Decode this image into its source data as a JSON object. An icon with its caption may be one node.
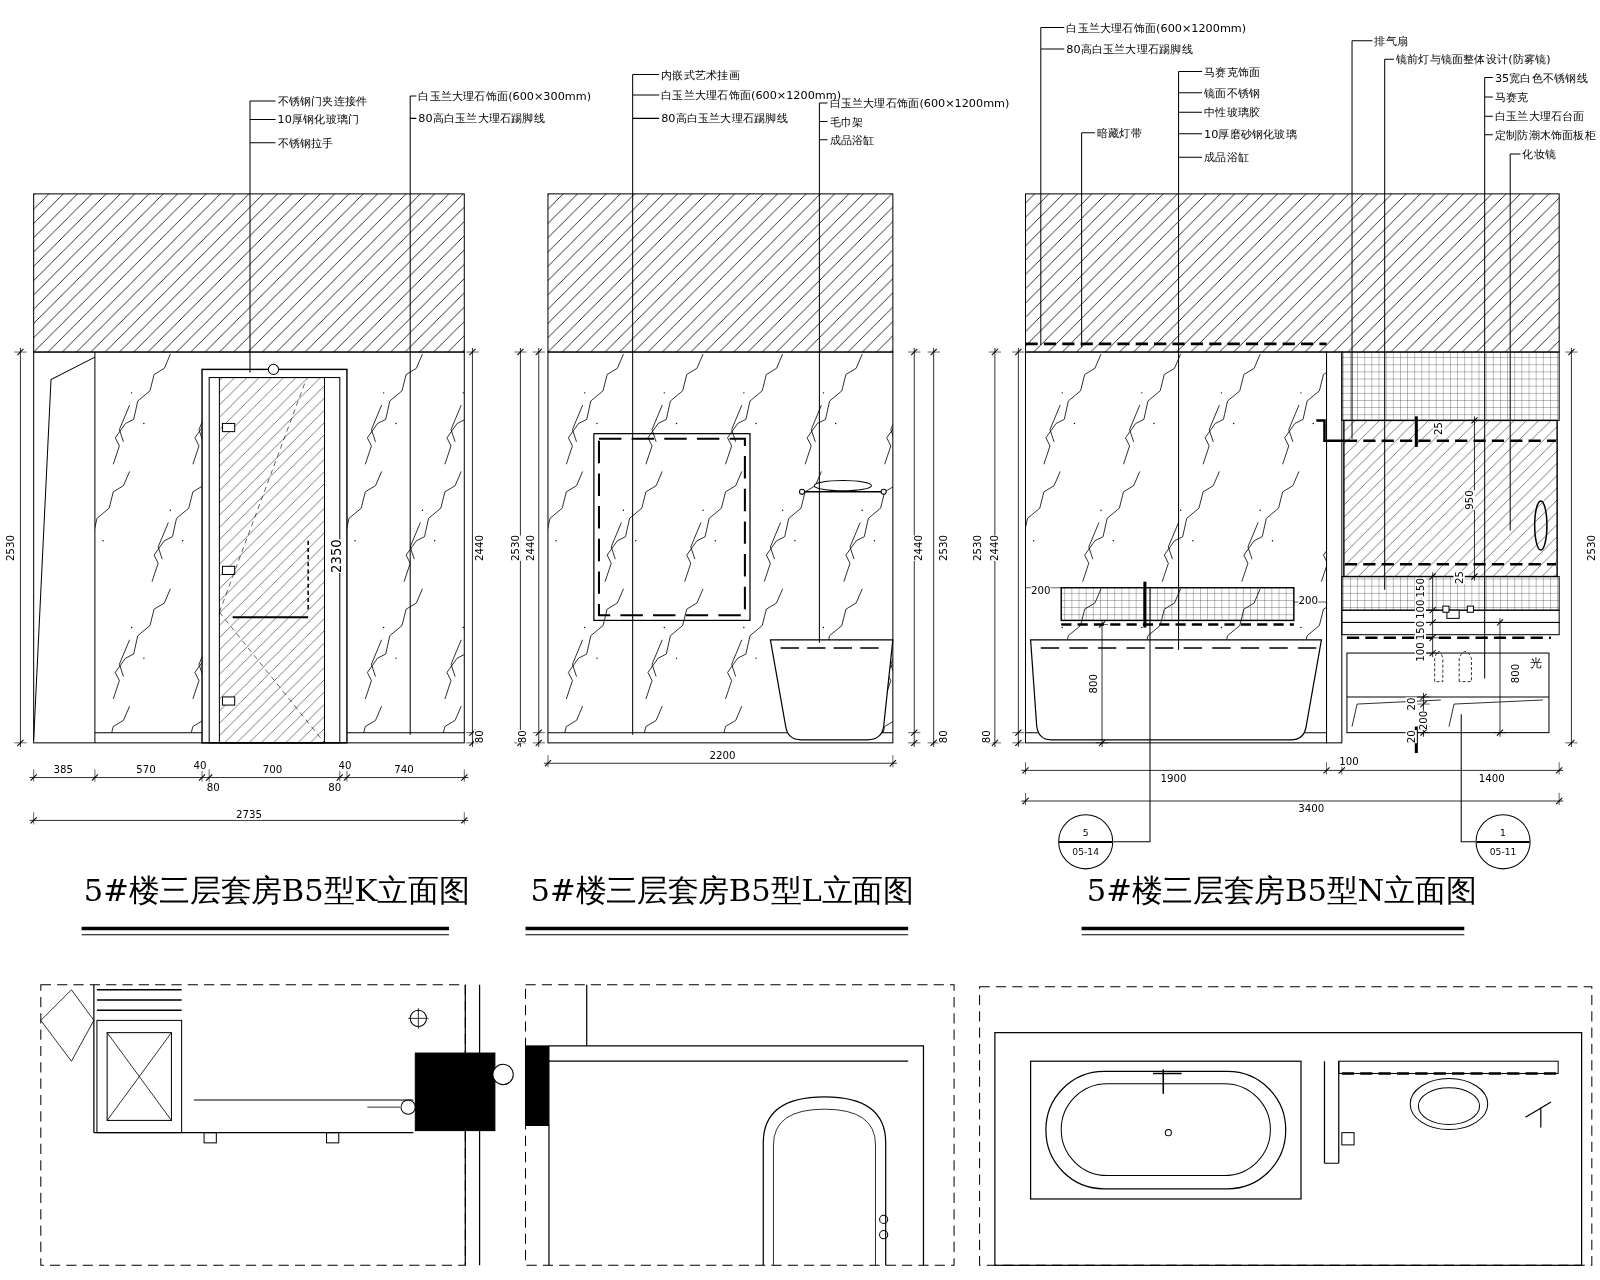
{
  "diagram": {
    "nodes": [
      {
        "text": [
          "不锈钢门夹连接件"
        ]
      },
      {
        "text": [
          "10厚钢化玻璃门"
        ]
      },
      {
        "text": [
          "不锈钢拉手"
        ]
      },
      {
        "text": [
          "白玉兰大理石饰面(600×300mm)"
        ]
      },
      {
        "text": [
          "80高白玉兰大理石踢脚线"
        ]
      },
      {
        "text": [
          "内嵌式艺术挂画"
        ]
      },
      {
        "text": [
          "白玉兰大理石饰面(600×1200mm)"
        ]
      },
      {
        "text": [
          "80高白玉兰大理石踢脚线"
        ]
      },
      {
        "text": [
          "白玉兰大理石饰面(600×1200mm)"
        ]
      },
      {
        "text": [
          "毛巾架"
        ]
      },
      {
        "text": [
          "成品浴缸"
        ]
      },
      {
        "text": [
          "白玉兰大理石饰面(600×1200mm)"
        ]
      },
      {
        "text": [
          "80高白玉兰大理石踢脚线"
        ]
      },
      {
        "text": [
          "暗藏灯带"
        ]
      },
      {
        "text": [
          "马赛克饰面"
        ]
      },
      {
        "text": [
          "镜面不锈钢"
        ]
      },
      {
        "text": [
          "中性玻璃胶"
        ]
      },
      {
        "text": [
          "10厚磨砂钢化玻璃"
        ]
      },
      {
        "text": [
          "成品浴缸"
        ]
      },
      {
        "text": [
          "排气扇"
        ]
      },
      {
        "text": [
          "镜前灯与镜面整体设计(防雾镜)"
        ]
      },
      {
        "text": [
          "35宽白色不锈钢线"
        ]
      },
      {
        "text": [
          "马赛克"
        ]
      },
      {
        "text": [
          "白玉兰大理石台面"
        ]
      },
      {
        "text": [
          "定制防潮木饰面板柜"
        ]
      },
      {
        "text": [
          "化妆镜"
        ]
      },
      {
        "text": [
          "5",
          "05-14"
        ]
      },
      {
        "text": [
          "1",
          "05-11"
        ]
      }
    ],
    "edges": [
      {
        "from": 0,
        "to": null,
        "arrow": "none"
      },
      {
        "from": 1,
        "to": null,
        "arrow": "none"
      },
      {
        "from": 2,
        "to": null,
        "arrow": "none"
      },
      {
        "from": 3,
        "to": null,
        "arrow": "none"
      },
      {
        "from": 4,
        "to": null,
        "arrow": "none"
      },
      {
        "from": 5,
        "to": null,
        "arrow": "none"
      },
      {
        "from": 6,
        "to": null,
        "arrow": "none"
      },
      {
        "from": 7,
        "to": null,
        "arrow": "none"
      },
      {
        "from": 8,
        "to": null,
        "arrow": "none"
      },
      {
        "from": 9,
        "to": null,
        "arrow": "none"
      },
      {
        "from": 10,
        "to": null,
        "arrow": "none"
      },
      {
        "from": 11,
        "to": null,
        "arrow": "none"
      },
      {
        "from": 12,
        "to": null,
        "arrow": "none"
      },
      {
        "from": 13,
        "to": null,
        "arrow": "none"
      },
      {
        "from": 14,
        "to": null,
        "arrow": "none"
      },
      {
        "from": 15,
        "to": null,
        "arrow": "none"
      },
      {
        "from": 16,
        "to": null,
        "arrow": "none"
      },
      {
        "from": 17,
        "to": null,
        "arrow": "none"
      },
      {
        "from": 18,
        "to": null,
        "arrow": "none"
      },
      {
        "from": 19,
        "to": null,
        "arrow": "none"
      },
      {
        "from": 20,
        "to": null,
        "arrow": "none"
      },
      {
        "from": 21,
        "to": null,
        "arrow": "none"
      },
      {
        "from": 22,
        "to": null,
        "arrow": "none"
      },
      {
        "from": 23,
        "to": null,
        "arrow": "none"
      },
      {
        "from": 24,
        "to": null,
        "arrow": "none"
      },
      {
        "from": 25,
        "to": null,
        "arrow": "none"
      },
      {
        "from": null,
        "to": 26,
        "arrow": "none"
      },
      {
        "from": null,
        "to": 27,
        "arrow": "none"
      }
    ],
    "labels": [
      "2530",
      "2350",
      "2440",
      "80",
      "385",
      "570",
      "40",
      "700",
      "40",
      "740",
      "80",
      "80",
      "2735",
      "2530",
      "2440",
      "2440",
      "2530",
      "80",
      "80",
      "2200",
      "2530",
      "2440",
      "80",
      "200",
      "200",
      "800",
      "25",
      "950",
      "25",
      "150",
      "100",
      "150",
      "100",
      "800",
      "光",
      "20",
      "200",
      "20",
      "2530",
      "1900",
      "100",
      "1400",
      "3400",
      "5#楼三层套房B5型K立面图",
      "5#楼三层套房B5型L立面图",
      "5#楼三层套房B5型N立面图"
    ]
  }
}
